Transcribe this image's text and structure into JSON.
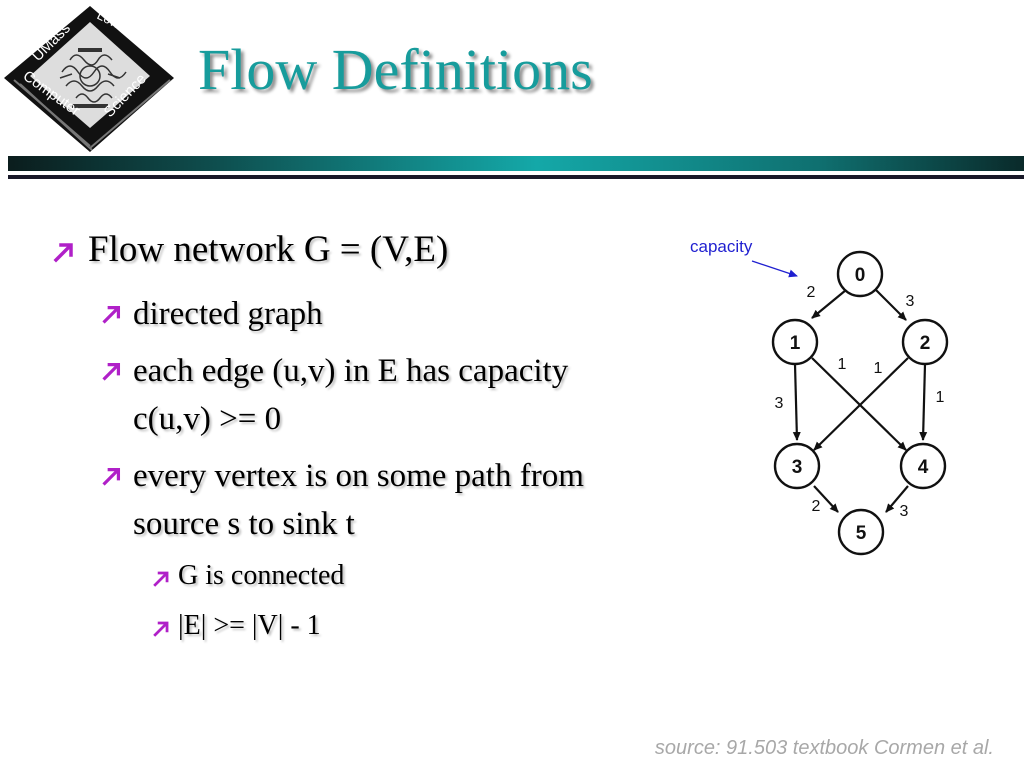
{
  "logo": {
    "top_text": "UMass",
    "right_text": "Lowell",
    "bottom_left_text": "Computer",
    "bottom_right_text": "Science"
  },
  "title": "Flow Definitions",
  "bullets": {
    "level1": "Flow network G = (V,E)",
    "level2": [
      "directed graph",
      "each edge (u,v) in E has capacity",
      "c(u,v) >= 0",
      "every vertex is on some path from",
      "source s to sink t"
    ],
    "level3": [
      "G is connected",
      "|E| >= |V| - 1"
    ]
  },
  "graph": {
    "annotation": "capacity",
    "nodes": [
      "0",
      "1",
      "2",
      "3",
      "4",
      "5"
    ],
    "edge_capacities": {
      "e01": "2",
      "e02": "3",
      "e14": "1",
      "e23": "1",
      "e13": "3",
      "e24": "1",
      "e35": "2",
      "e45": "3"
    }
  },
  "colors": {
    "title": "#179c9c",
    "bullet_arrow": "#b020c8",
    "annotation": "#1f1fd0"
  },
  "source": "source: 91.503 textbook Cormen et al."
}
